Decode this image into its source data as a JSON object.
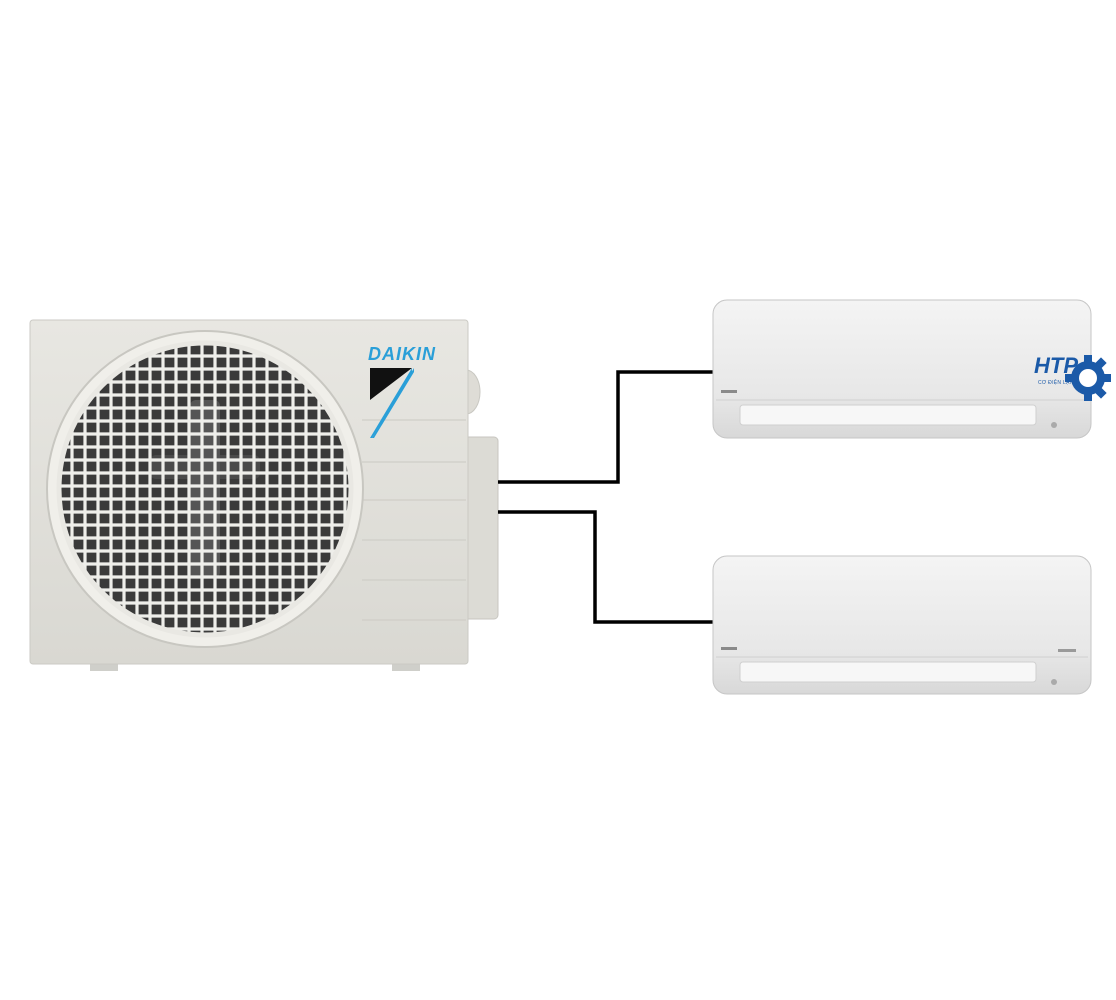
{
  "outdoor_unit": {
    "brand": "DAIKIN",
    "brand_color": "#2a9fd8",
    "logo_mark_colors": [
      "#111111",
      "#2a9fd8"
    ]
  },
  "indoor_units": [
    {
      "position": "top"
    },
    {
      "position": "bottom"
    }
  ],
  "watermark": {
    "text": "HTP",
    "subtext": "CƠ ĐIỆN LẠNH",
    "color": "#1b5aa8",
    "icon": "gear-icon"
  },
  "connection_color": "#000000"
}
